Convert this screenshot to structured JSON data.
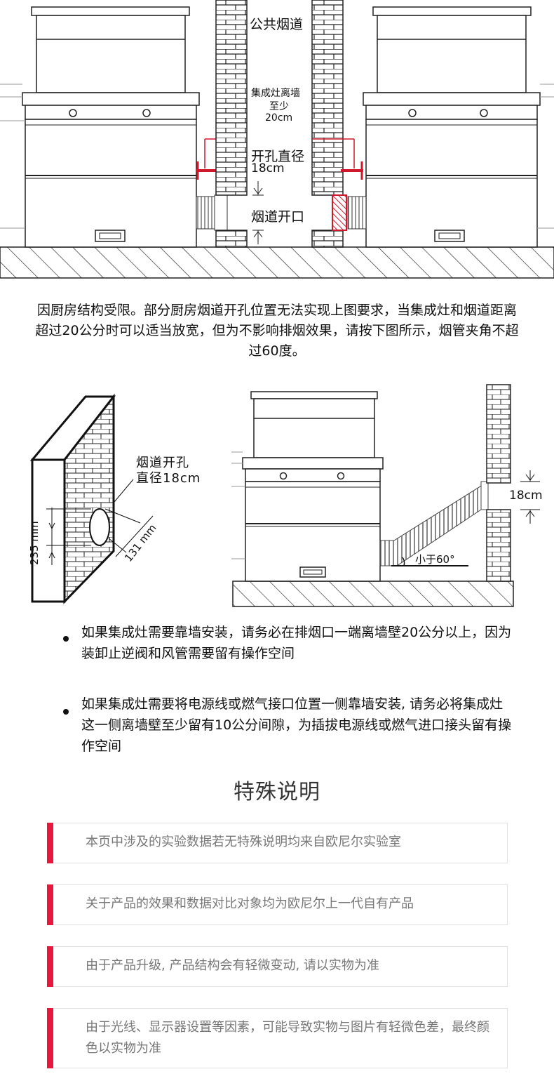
{
  "diagram_top": {
    "flue_label": "公共烟道",
    "distance_note": [
      "集成灶离墙",
      "至少",
      "20cm"
    ],
    "hole_label": [
      "开孔直径",
      "18cm"
    ],
    "opening_label": "烟道开口"
  },
  "intro_paragraph": "因厨房结构受限。部分厨房烟道开孔位置无法实现上图要求，当集成灶和烟道距离超过20公分时可以适当放宽，但为不影响排烟效果，请按下图所示，烟管夹角不超过60度。",
  "diagram_wall": {
    "hole_label": [
      "烟道开孔",
      "直径18cm"
    ],
    "height_dim": "235 mm",
    "offset_dim": "131 mm"
  },
  "diagram_angle": {
    "diameter_label": "18cm",
    "angle_label": "小于60°"
  },
  "bullets": [
    "如果集成灶需要靠墙安装，请务必在排烟口一端离墙壁20公分以上，因为装卸止逆阀和风管需要留有操作空间",
    "如果集成灶需要将电源线或燃气接口位置一侧靠墙安装, 请务必将集成灶这一侧离墙壁至少留有10公分间隙，为插拔电源线或燃气进口接头留有操作空间"
  ],
  "special_heading": "特殊说明",
  "notes": [
    "本页中涉及的实验数据若无特殊说明均来自欧尼尔实验室",
    "关于产品的效果和数据对比对象均为欧尼尔上一代自有产品",
    "由于产品升级, 产品结构会有轻微变动, 请以实物为准",
    "由于光线、显示器设置等因素，可能导致实物与图片有轻微色差，最终颜色以实物为准"
  ],
  "colors": {
    "accent_bar": "#e8173d",
    "note_text": "#777777",
    "marker_red": "#d0182c"
  }
}
